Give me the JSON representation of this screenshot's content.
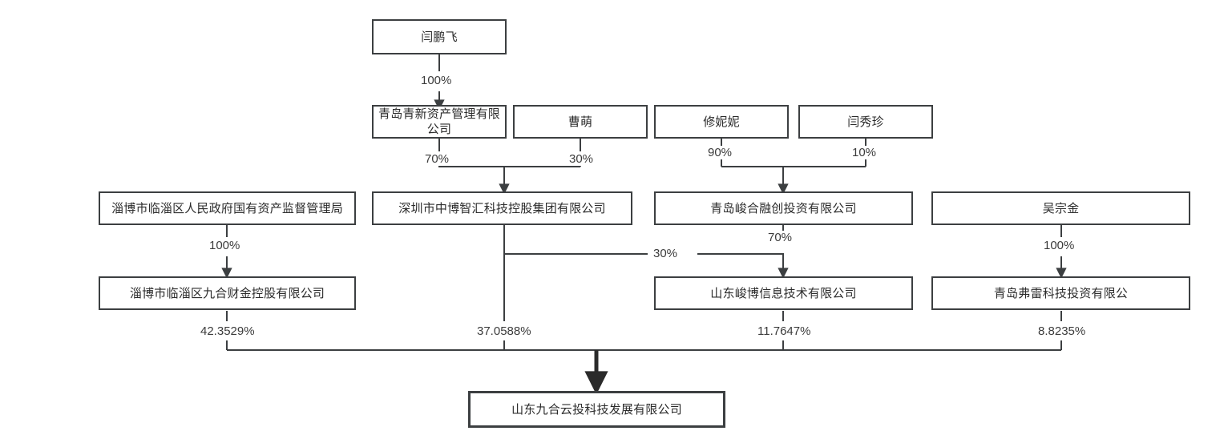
{
  "diagram": {
    "type": "ownership-structure-chart",
    "title": "",
    "stroke_color": "#3c3f41",
    "text_color": "#2b2b2b",
    "background": "#ffffff",
    "nodes": [
      {
        "id": "n_yanpengfei",
        "label": "闫鹏飞",
        "level": 1
      },
      {
        "id": "n_qingxin",
        "label": "青岛青新资产管理有限公司",
        "level": 2
      },
      {
        "id": "n_caomeng",
        "label": "曹萌",
        "level": 2
      },
      {
        "id": "n_xiunini",
        "label": "修妮妮",
        "level": 2
      },
      {
        "id": "n_yanxiuzhen",
        "label": "闫秀珍",
        "level": 2
      },
      {
        "id": "n_zibo_sasac",
        "label": "淄博市临淄区人民政府国有资产监督管理局",
        "level": 3
      },
      {
        "id": "n_zhongbo",
        "label": "深圳市中博智汇科技控股集团有限公司",
        "level": 3
      },
      {
        "id": "n_junhe",
        "label": "青岛峻合融创投资有限公司",
        "level": 3
      },
      {
        "id": "n_wuzongjin",
        "label": "吴宗金",
        "level": 3
      },
      {
        "id": "n_jiuhe_caijin",
        "label": "淄博市临淄区九合财金控股有限公司",
        "level": 4
      },
      {
        "id": "n_junbo",
        "label": "山东峻博信息技术有限公司",
        "level": 4
      },
      {
        "id": "n_fulei",
        "label": "青岛弗雷科技投资有限公",
        "level": 4
      },
      {
        "id": "n_target",
        "label": "山东九合云投科技发展有限公司",
        "level": 5
      }
    ],
    "edges": [
      {
        "from": "n_yanpengfei",
        "to": "n_qingxin",
        "percent": "100%"
      },
      {
        "from": "n_qingxin",
        "to": "n_zhongbo",
        "percent": "70%"
      },
      {
        "from": "n_caomeng",
        "to": "n_zhongbo",
        "percent": "30%"
      },
      {
        "from": "n_xiunini",
        "to": "n_junhe",
        "percent": "90%"
      },
      {
        "from": "n_yanxiuzhen",
        "to": "n_junhe",
        "percent": "10%"
      },
      {
        "from": "n_zibo_sasac",
        "to": "n_jiuhe_caijin",
        "percent": "100%"
      },
      {
        "from": "n_junhe",
        "to": "n_junbo",
        "percent": "70%"
      },
      {
        "from": "n_zhongbo",
        "to": "n_junbo",
        "percent": "30%"
      },
      {
        "from": "n_wuzongjin",
        "to": "n_fulei",
        "percent": "100%"
      },
      {
        "from": "n_jiuhe_caijin",
        "to": "n_target",
        "percent": "42.3529%"
      },
      {
        "from": "n_zhongbo",
        "to": "n_target",
        "percent": "37.0588%"
      },
      {
        "from": "n_junbo",
        "to": "n_target",
        "percent": "11.7647%"
      },
      {
        "from": "n_fulei",
        "to": "n_target",
        "percent": "8.8235%"
      }
    ],
    "labels": {
      "p100_a": "100%",
      "p70_a": "70%",
      "p30_a": "30%",
      "p90": "90%",
      "p10": "10%",
      "p100_b": "100%",
      "p70_b": "70%",
      "p30_b": "30%",
      "p100_c": "100%",
      "p42": "42.3529%",
      "p37": "37.0588%",
      "p1176": "11.7647%",
      "p88": "8.8235%"
    }
  }
}
